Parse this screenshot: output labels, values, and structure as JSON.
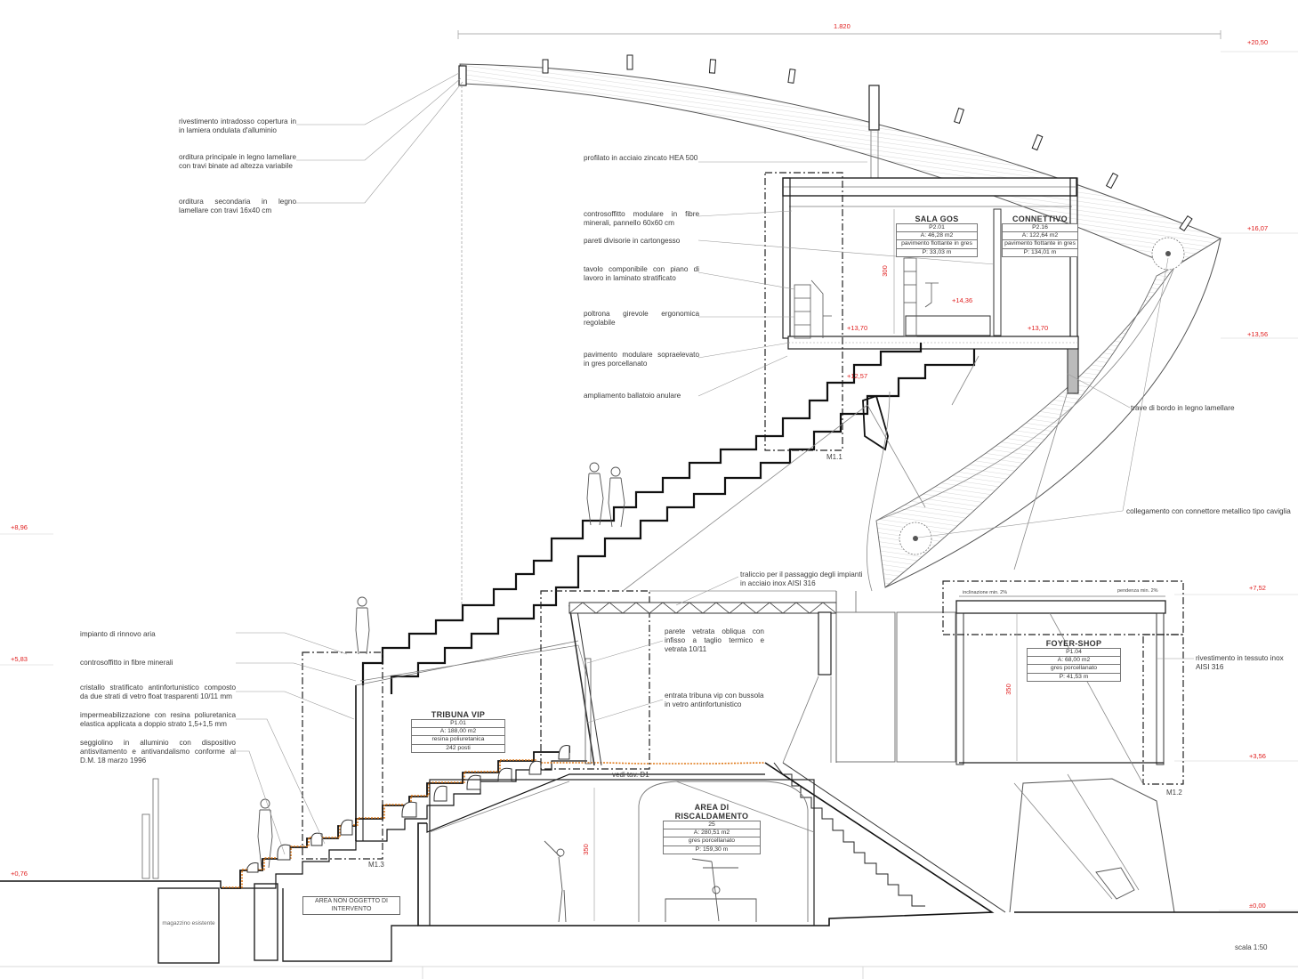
{
  "annotations": {
    "rivestimento": "rivestimento intradosso copertura in in lamiera ondulata d'alluminio",
    "orditura_principale": "orditura principale in legno lamellare con travi binate ad  altezza variabile",
    "orditura_secondaria": "orditura secondaria in legno lamellare con travi 16x40 cm",
    "profilato": "profilato in acciaio zincato HEA 500",
    "controsoffitto_modulare": "controsoffitto modulare in fibre minerali, pannello 60x60 cm",
    "pareti_divisorie": "pareti divisorie in cartongesso",
    "tavolo": "tavolo componibile con piano di lavoro in laminato stratificato",
    "poltrona": "poltrona girevole ergonomica regolabile",
    "pavimento_modulare": "pavimento modulare sopraelevato in gres porcellanato",
    "ampliamento": "ampliamento ballatoio anulare",
    "trave_bordo": "trave di bordo in legno lamellare",
    "collegamento": "collegamento con connettore metallico tipo caviglia",
    "traliccio": "traliccio per il passaggio degli impianti in acciaio inox AISI 316",
    "parete_vetrata": "parete vetrata obliqua con infisso a taglio termico e vetrata 10/11",
    "entrata_tribuna": "entrata tribuna vip con bussola in vetro antinfortunistico",
    "rivestimento_inox": "rivestimento in tessuto inox AISI 316",
    "impianto_rinnovo": "impianto di rinnovo aria",
    "controsoffitto_fibre": "controsoffitto in fibre minerali",
    "cristallo": "cristallo stratificato antinfortunistico composto da due strati di vetro float trasparenti 10/11 mm",
    "impermeabilizzazione": "impermeabilizzazione con resina poliuretanica elastica applicata a doppio strato 1,5+1,5 mm",
    "seggiolino": "seggiolino in alluminio con dispositivo antisvitamento e antivandalismo conforme al D.M. 18 marzo 1996"
  },
  "levels": {
    "l2050": "+20,50",
    "l1607": "+16,07",
    "l1356": "+13,56",
    "l1370a": "+13,70",
    "l1370b": "+13,70",
    "l1436": "+14,36",
    "l1257": "+12,57",
    "l896": "+8,96",
    "l583": "+5,83",
    "l752": "+7,52",
    "l356": "+3,56",
    "l076": "+0,76",
    "l000": "±0,00"
  },
  "dimensions": {
    "top_span": "1.820",
    "h300": "300",
    "h350a": "350",
    "h350b": "350"
  },
  "rooms": {
    "sala_gos": {
      "name": "SALA GOS",
      "lines": [
        "P2.01",
        "A: 46,28 m2",
        "pavimento flottante in gres",
        "P: 33,03 m"
      ]
    },
    "connettivo": {
      "name": "CONNETTIVO",
      "lines": [
        "P2.16",
        "A: 122,64 m2",
        "pavimento flottante in gres",
        "P: 134,01 m"
      ]
    },
    "tribuna_vip": {
      "name": "TRIBUNA VIP",
      "lines": [
        "P1.01",
        "A: 188,00 m2",
        "resina poliuretanica",
        "242 posti"
      ]
    },
    "foyer_shop": {
      "name": "FOYER-SHOP",
      "lines": [
        "P1.04",
        "A: 68,00 m2",
        "gres porcellanato",
        "P: 41,53 m"
      ]
    },
    "area_riscaldamento": {
      "name": "AREA DI RISCALDAMENTO",
      "lines": [
        "25",
        "A: 280,51 m2",
        "gres porcellanato",
        "P: 159,30 m"
      ]
    }
  },
  "tags": {
    "m11": "M1.1",
    "m12": "M1.2",
    "m13": "M1.3",
    "vedi_tav": "vedi tav. D1",
    "magazzino": "magazzino esistente",
    "area_non_oggetto": "AREA NON OGGETTO DI INTERVENTO",
    "inclinazione": "inclinazione min. 2%",
    "pendenza": "pendenza min. 2%",
    "scala": "scala 1:50"
  }
}
